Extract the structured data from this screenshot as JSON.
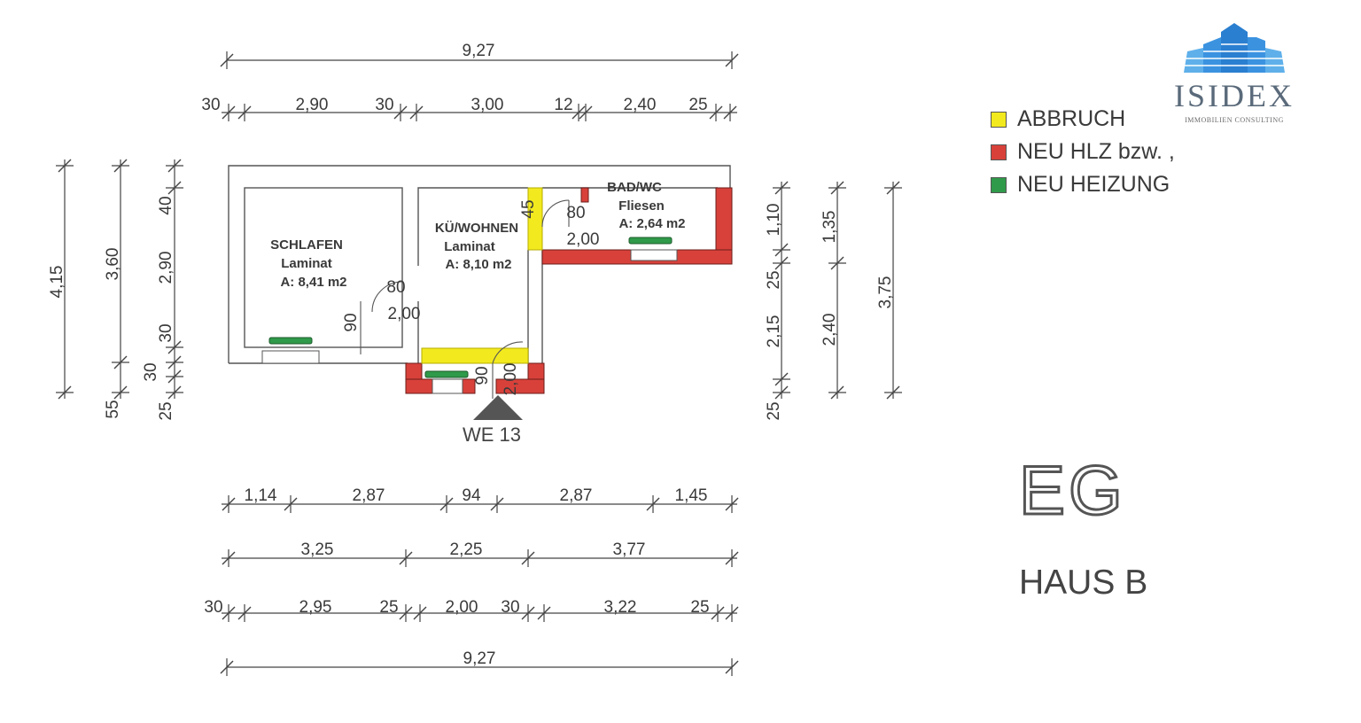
{
  "dims_top_overall": "9,27",
  "dims_top_row": [
    "30",
    "2,90",
    "30",
    "3,00",
    "12",
    "2,40",
    "25"
  ],
  "dims_left": {
    "d415": "4,15",
    "d360": "3,60",
    "d40": "40",
    "d290": "2,90",
    "d30a": "30",
    "d30b": "30",
    "d55": "55",
    "d25": "25"
  },
  "dims_right": {
    "d110": "1,10",
    "d25a": "25",
    "d215": "2,15",
    "d25b": "25",
    "d135": "1,35",
    "d240": "2,40",
    "d375": "3,75"
  },
  "dims_bottom_row1": [
    "1,14",
    "2,87",
    "94",
    "2,87",
    "1,45"
  ],
  "dims_bottom_row2": [
    "3,25",
    "2,25",
    "3,77"
  ],
  "dims_bottom_row3": [
    "30",
    "2,95",
    "25",
    "2,00",
    "30",
    "3,22",
    "25"
  ],
  "dims_bottom_overall": "9,27",
  "rooms": {
    "schlafen": {
      "name": "SCHLAFEN",
      "floor": "Laminat",
      "area": "A: 8,41 m2"
    },
    "kueche": {
      "name": "KÜ/WOHNEN",
      "floor": "Laminat",
      "area": "A: 8,10 m2"
    },
    "bad": {
      "name": "BAD/WC",
      "floor": "Fliesen",
      "area": "A: 2,64 m2"
    }
  },
  "door_dims": {
    "s80": "80",
    "s200": "2,00",
    "s90": "90",
    "k45": "45",
    "k80": "80",
    "k200": "2,00",
    "e90": "90",
    "e200": "2,00"
  },
  "unit": "WE 13",
  "legend": [
    {
      "label": "ABBRUCH",
      "color": "#f2ea1e"
    },
    {
      "label": "NEU HLZ bzw. ,",
      "color": "#d8413a"
    },
    {
      "label": "NEU HEIZUNG",
      "color": "#2f9a4a"
    }
  ],
  "logo": {
    "name": "ISIDEX",
    "sub": "IMMOBILIEN CONSULTING",
    "color": "#2a7fd0"
  },
  "floor_label": "EG",
  "house_label": "HAUS B"
}
